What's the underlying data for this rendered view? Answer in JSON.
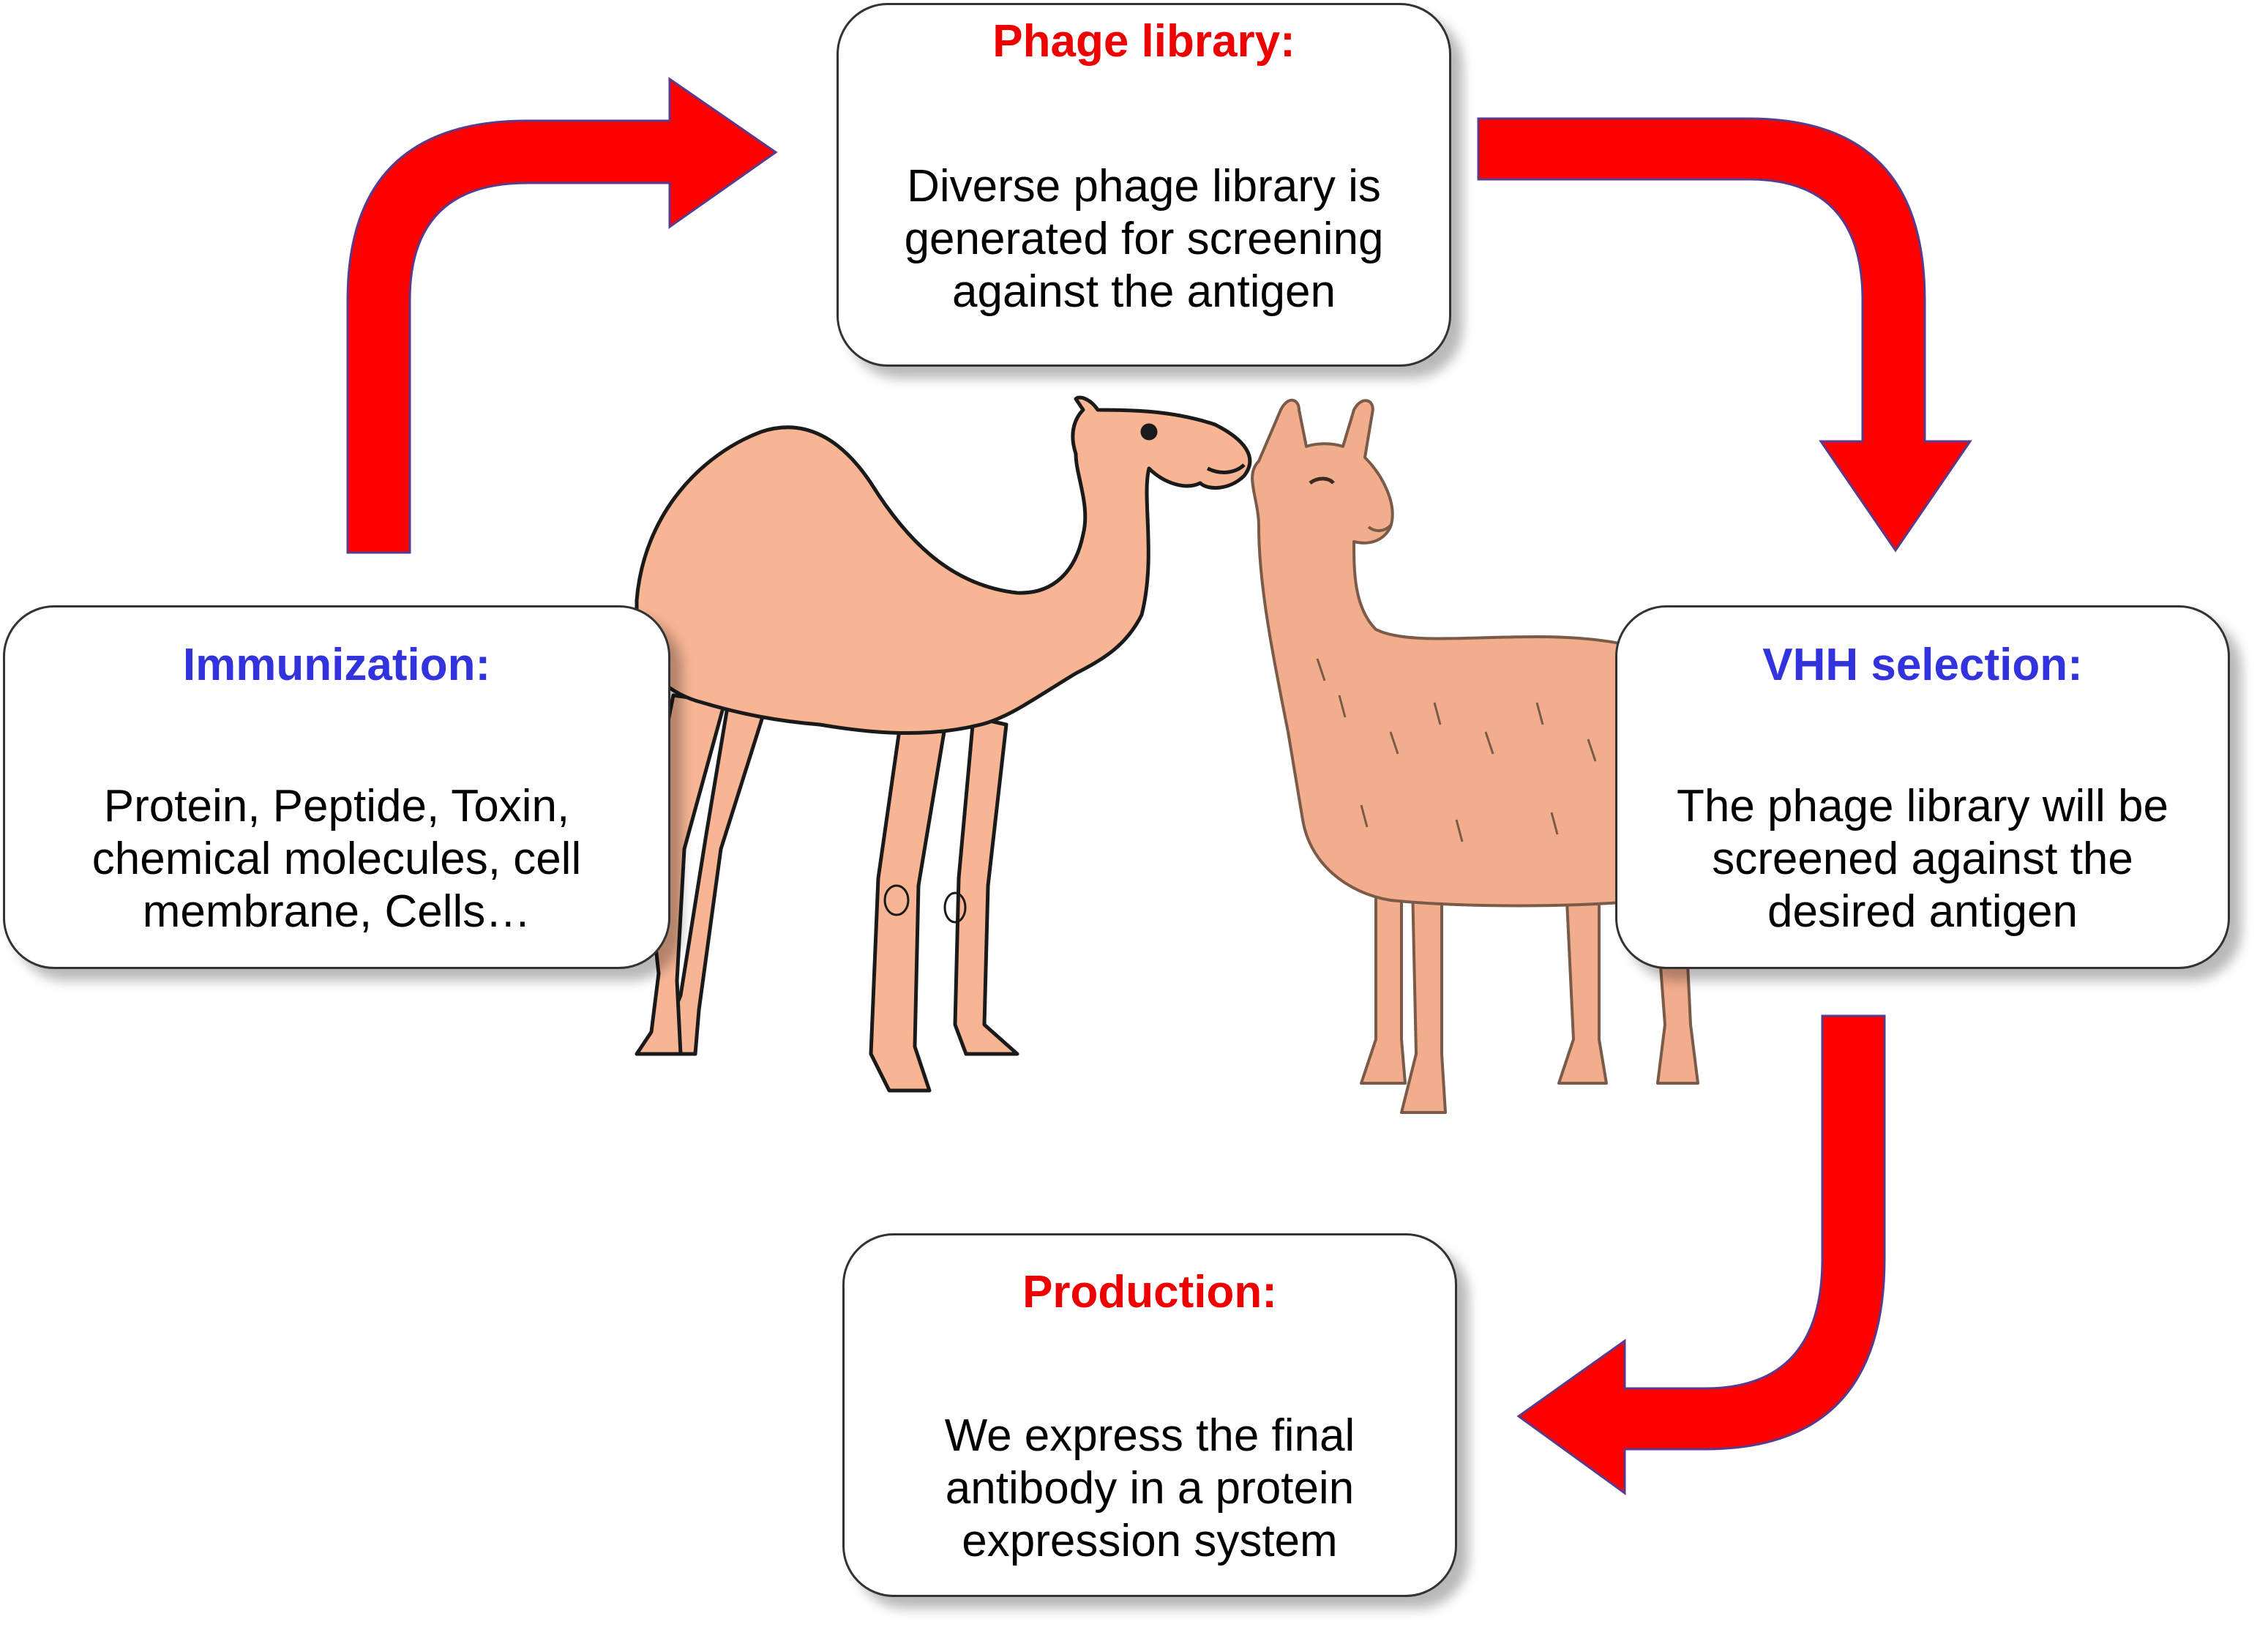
{
  "colors": {
    "arrow": "#ff0000",
    "arrow_outline": "#5a3a8a",
    "title_red": "#ee0000",
    "title_blue": "#3333dd",
    "animal_fill": "#f7b594",
    "animal_outline": "#1a1a1a"
  },
  "steps": {
    "phage": {
      "title": "Phage library:",
      "lines": [
        "Diverse phage library is",
        "generated for screening",
        "against the antigen"
      ]
    },
    "immunization": {
      "title": "Immunization:",
      "lines": [
        "Protein, Peptide, Toxin,",
        "chemical molecules, cell",
        "membrane, Cells…"
      ]
    },
    "vhh": {
      "title": "VHH selection:",
      "lines": [
        "The phage library will be",
        "screened against the",
        "desired antigen"
      ]
    },
    "production": {
      "title": "Production:",
      "lines": [
        "We express the final",
        "antibody in a protein",
        "expression system"
      ]
    }
  },
  "illustrations": [
    "camel-icon",
    "llama-icon"
  ],
  "arrows": [
    "immunization-to-phage",
    "phage-to-vhh",
    "vhh-to-production"
  ]
}
